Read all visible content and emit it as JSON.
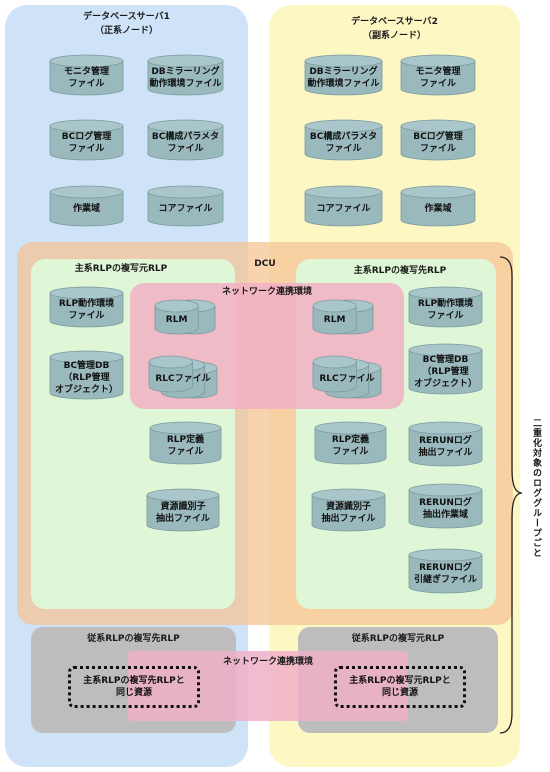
{
  "server1": {
    "title": "データベースサーバ1",
    "subtitle": "（正系ノード）"
  },
  "server2": {
    "title": "データベースサーバ2",
    "subtitle": "（副系ノード）"
  },
  "dcu": {
    "label": "DCU"
  },
  "primary_src": {
    "title": "主系RLPの複写元RLP"
  },
  "primary_dst": {
    "title": "主系RLPの複写先RLP"
  },
  "network1": {
    "label": "ネットワーク連携環境"
  },
  "network2": {
    "label": "ネットワーク連携環境"
  },
  "secondary_dst": {
    "title": "従系RLPの複写先RLP",
    "note": "主系RLPの複写先RLPと\n同じ資源"
  },
  "secondary_src": {
    "title": "従系RLPの複写元RLP",
    "note": "主系RLPの複写元RLPと\n同じ資源"
  },
  "side_label": "二重化対象のロググループごと",
  "cylinders": {
    "s1_monitor": "モニタ管理\nファイル",
    "s1_mirror": "DBミラーリング\n動作環境ファイル",
    "s1_bclog": "BCログ管理\nファイル",
    "s1_bcconf": "BC構成パラメタ\nファイル",
    "s1_work": "作業域",
    "s1_core": "コアファイル",
    "s2_mirror": "DBミラーリング\n動作環境ファイル",
    "s2_monitor": "モニタ管理\nファイル",
    "s2_bcconf": "BC構成パラメタ\nファイル",
    "s2_bclog": "BCログ管理\nファイル",
    "s2_core": "コアファイル",
    "s2_work": "作業域",
    "l_rlpenv": "RLP動作環境\nファイル",
    "l_bcdb": "BC管理DB\n（RLP管理\nオブジェクト）",
    "l_rlm": "RLM",
    "l_rlc": "RLCファイル",
    "l_rlpdef": "RLP定義\nファイル",
    "l_resid": "資源識別子\n抽出ファイル",
    "r_rlm": "RLM",
    "r_rlc": "RLCファイル",
    "r_rlpenv": "RLP動作環境\nファイル",
    "r_bcdb": "BC管理DB\n（RLP管理\nオブジェクト）",
    "r_rlpdef": "RLP定義\nファイル",
    "r_resid": "資源識別子\n抽出ファイル",
    "r_rerun1": "RERUNログ\n抽出ファイル",
    "r_rerun2": "RERUNログ\n抽出作業域",
    "r_rerun3": "RERUNログ\n引継ぎファイル"
  },
  "colors": {
    "server1_bg": "#cfe3f8",
    "server2_bg": "#fdf7c4",
    "dcu_bg": "#f4d3b0",
    "rlp_bg": "#dff7d6",
    "network_bg": "#f2bfcc",
    "secondary_bg": "#bdbdbd",
    "cylinder": "#9ab9bd"
  }
}
